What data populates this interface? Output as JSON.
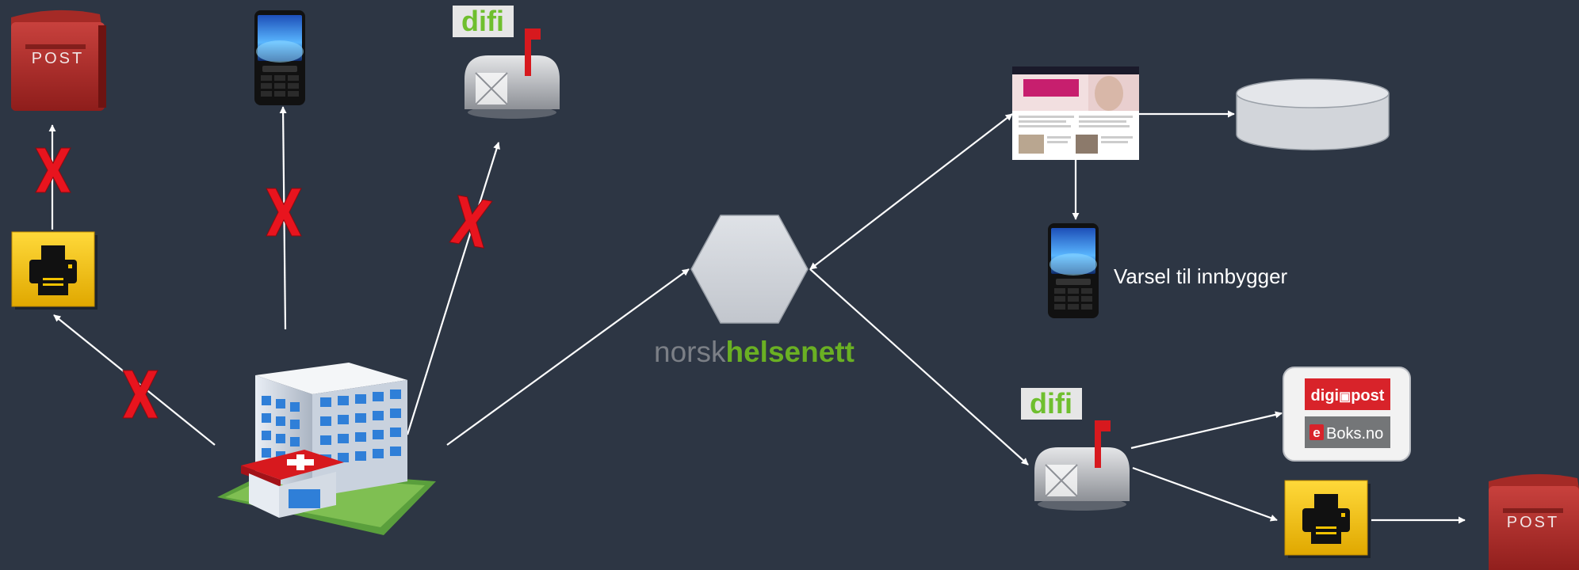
{
  "colors": {
    "background": "#2d3644",
    "arrow": "#ffffff",
    "x_mark": "#e8141e",
    "printer_yellow": "#f2c200",
    "mailbox_flag": "#d7191e",
    "difi_green": "#6fbf2e",
    "nhn_gray": "#7b7f86",
    "nhn_green": "#6ab023",
    "digipost_red": "#d8232a",
    "eboks_gray": "#747678"
  },
  "icons": [
    "post-box-icon",
    "mobile-phone-icon",
    "mailbox-icon",
    "printer-icon",
    "hospital-icon",
    "website-screenshot-icon",
    "database-icon",
    "hexagon-icon"
  ],
  "labels": {
    "varsel": "Varsel til innbygger",
    "post": "POST",
    "difi": "difi",
    "nhn_prefix": "norsk",
    "nhn_suffix": "helsenett",
    "digipost": "digi",
    "digipost_suffix": "post",
    "eboks_e": "e",
    "eboks_rest": "Boks.no"
  }
}
